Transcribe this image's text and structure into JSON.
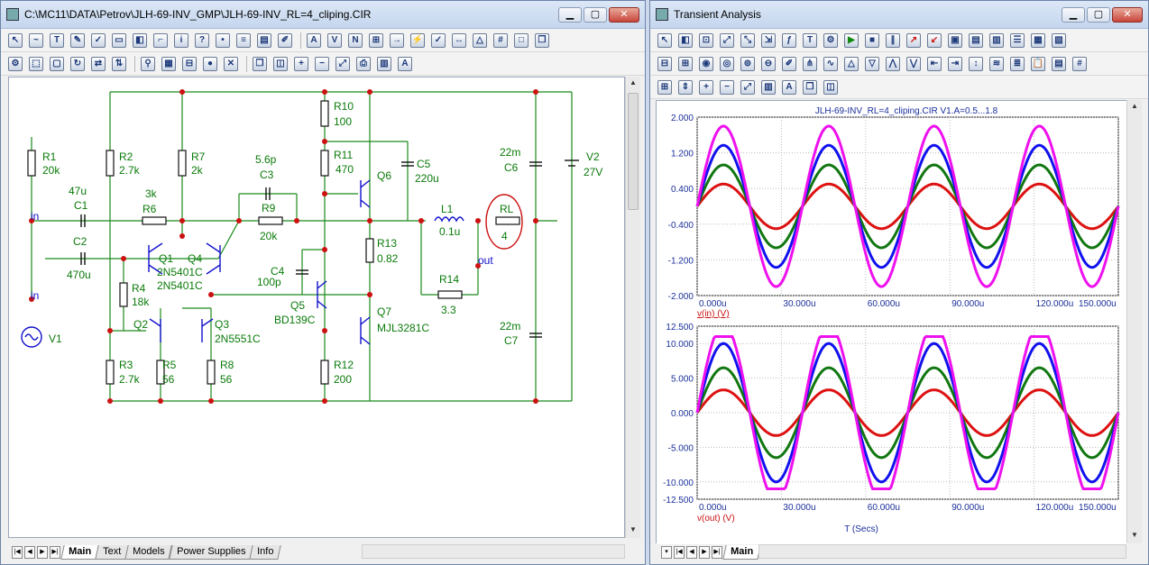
{
  "schematic": {
    "title": "C:\\MC11\\DATA\\Petrov\\JLH-69-INV_GMP\\JLH-69-INV_RL=4_cliping.CIR",
    "tabs": [
      {
        "label": "Main"
      },
      {
        "label": "Text"
      },
      {
        "label": "Models"
      },
      {
        "label": "Power Supplies"
      },
      {
        "label": "Info"
      }
    ],
    "components": {
      "r1": {
        "name": "R1",
        "value": "20k"
      },
      "r2": {
        "name": "R2",
        "value": "2.7k"
      },
      "r7": {
        "name": "R7",
        "value": "2k"
      },
      "r10": {
        "name": "R10",
        "value": "100"
      },
      "r11": {
        "name": "R11",
        "value": "470"
      },
      "c5": {
        "name": "C5",
        "value": "220u"
      },
      "c6": {
        "name": "C6",
        "value": "22m"
      },
      "v2": {
        "name": "V2",
        "value": "27V"
      },
      "c1": {
        "name": "C1",
        "value": "47u"
      },
      "r6": {
        "name": "R6",
        "value": "3k"
      },
      "c3": {
        "name": "C3",
        "value": "5.6p"
      },
      "r9": {
        "name": "R9",
        "value": "20k"
      },
      "c2": {
        "name": "C2",
        "value": "470u"
      },
      "q1": {
        "name": "Q1",
        "value": "2N5401C"
      },
      "q4": {
        "name": "Q4",
        "value": "2N5401C"
      },
      "r4": {
        "name": "R4",
        "value": "18k"
      },
      "c4": {
        "name": "C4",
        "value": "100p"
      },
      "q5": {
        "name": "Q5",
        "value": "BD139C"
      },
      "q6": {
        "name": "Q6"
      },
      "l1": {
        "name": "L1",
        "value": "0.1u"
      },
      "rl": {
        "name": "RL",
        "value": "4"
      },
      "r13": {
        "name": "R13",
        "value": "0.82"
      },
      "r14": {
        "name": "R14",
        "value": "3.3"
      },
      "q2": {
        "name": "Q2"
      },
      "q3": {
        "name": "Q3",
        "value": "2N5551C"
      },
      "q7": {
        "name": "Q7",
        "value": "MJL3281C"
      },
      "c7": {
        "name": "C7",
        "value": "22m"
      },
      "r3": {
        "name": "R3",
        "value": "2.7k"
      },
      "r5": {
        "name": "R5",
        "value": "56"
      },
      "r8": {
        "name": "R8",
        "value": "56"
      },
      "r12": {
        "name": "R12",
        "value": "200"
      },
      "v1": {
        "name": "V1"
      }
    },
    "node_labels": {
      "in_top": "in",
      "in_source": "in",
      "out": "out"
    }
  },
  "analysis": {
    "title": "Transient Analysis",
    "tabs": [
      {
        "label": "Main"
      }
    ],
    "colors": {
      "red": "#dd1111",
      "green": "#117711",
      "blue": "#1111ee",
      "magenta": "#ee11ee"
    }
  },
  "chart_data": [
    {
      "type": "line",
      "title": "JLH-69-INV_RL=4_cliping.CIR V1.A=0.5...1.8",
      "xlabel": "",
      "ylabel": "v(in) (V)",
      "xlim": [
        0,
        150
      ],
      "ylim": [
        -2.0,
        2.0
      ],
      "x_unit": "u",
      "xticks": [
        "0.000u",
        "30.000u",
        "60.000u",
        "90.000u",
        "120.000u",
        "150.000u"
      ],
      "yticks": [
        "2.000",
        "1.200",
        "0.400",
        "-0.400",
        "-1.200",
        "-2.000"
      ],
      "period": 37.5,
      "series": [
        {
          "color": "#dd1111",
          "amplitude": 0.5
        },
        {
          "color": "#117711",
          "amplitude": 0.93
        },
        {
          "color": "#1111ee",
          "amplitude": 1.37
        },
        {
          "color": "#ee11ee",
          "amplitude": 1.8
        }
      ]
    },
    {
      "type": "line",
      "title": "",
      "xlabel": "T (Secs)",
      "ylabel": "v(out) (V)",
      "xlim": [
        0,
        150
      ],
      "ylim": [
        -12.5,
        12.5
      ],
      "x_unit": "u",
      "xticks": [
        "0.000u",
        "30.000u",
        "60.000u",
        "90.000u",
        "120.000u",
        "150.000u"
      ],
      "yticks": [
        "12.500",
        "10.000",
        "5.000",
        "0.000",
        "-5.000",
        "-10.000",
        "-12.500"
      ],
      "period": 37.5,
      "series": [
        {
          "color": "#dd1111",
          "amplitude": 3.3,
          "clip": 11.0
        },
        {
          "color": "#117711",
          "amplitude": 6.5,
          "clip": 11.0
        },
        {
          "color": "#1111ee",
          "amplitude": 10.0,
          "clip": 11.0
        },
        {
          "color": "#ee11ee",
          "amplitude": 12.8,
          "clip": 11.0
        }
      ]
    }
  ]
}
